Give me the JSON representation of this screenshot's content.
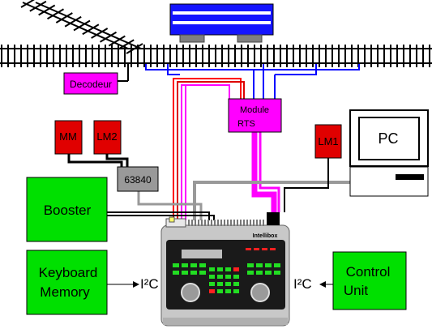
{
  "labels": {
    "decoder": "Decodeur",
    "module_line1": "Module",
    "module_line2": "RTS",
    "mm": "MM",
    "lm2": "LM2",
    "lm1": "LM1",
    "pc": "PC",
    "chip": "63840",
    "booster": "Booster",
    "keyboard_line1": "Keyboard",
    "keyboard_line2": "Memory",
    "control_line1": "Control",
    "control_line2": "Unit",
    "i2c_left": "I²C",
    "i2c_right": "I²C",
    "brand": "Intellibox"
  },
  "colors": {
    "green": "#00e000",
    "red": "#ff0000",
    "magenta": "#ff00ff",
    "grey": "#999999",
    "blue": "#0000ff",
    "black": "#000000"
  }
}
